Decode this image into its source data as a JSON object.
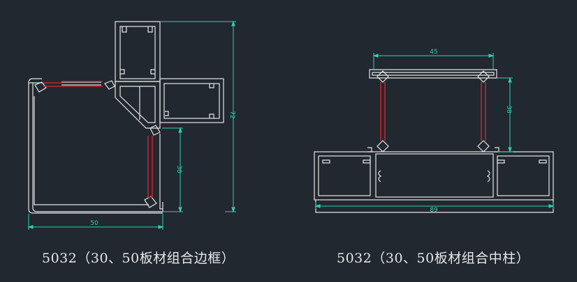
{
  "drawings": {
    "left": {
      "caption": "5032（30、50板材组合边框）",
      "dims": {
        "width": "50",
        "height_total": "72",
        "height_inner": "38"
      }
    },
    "right": {
      "caption": "5032（30、50板材组合中柱）",
      "dims": {
        "top_width": "45",
        "bottom_width": "89",
        "inner_height": "38"
      }
    }
  },
  "colors": {
    "background": "#212830",
    "profile": "#e6e6e6",
    "thermal_break": "#c0262b",
    "dimension": "#2fcfb0",
    "caption": "#e8e8e8"
  }
}
